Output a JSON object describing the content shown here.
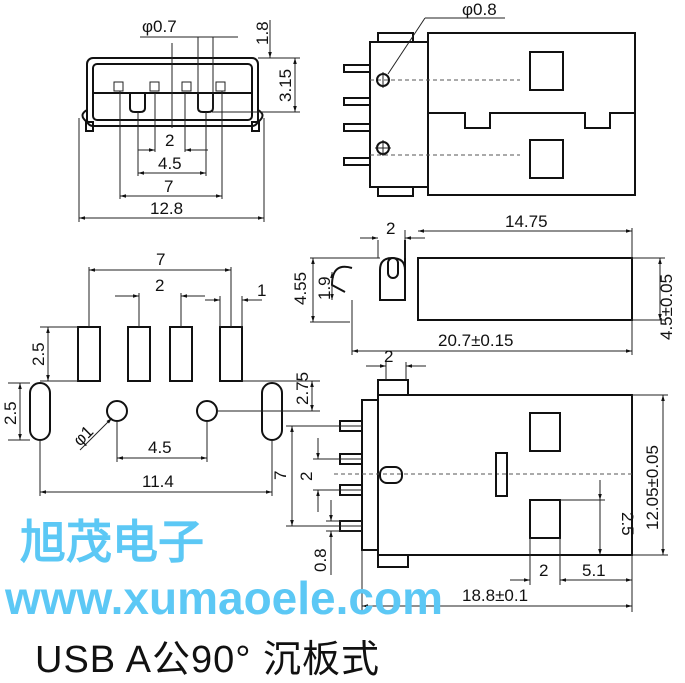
{
  "title": "USB  A公90°  沉板式",
  "watermark": {
    "cn": "旭茂电子",
    "url": "www.xumaoele.com"
  },
  "front_view": {
    "pin_dia": "φ0.7",
    "d_1_8": "1.8",
    "d_3_15": "3.15",
    "d_2": "2",
    "d_4_5": "4.5",
    "d_7": "7",
    "d_12_8": "12.8"
  },
  "top_view": {
    "hole_dia": "φ0.8"
  },
  "side_view": {
    "d_2": "2",
    "d_14_75": "14.75",
    "d_4_55": "4.55",
    "d_1_9": "1.9",
    "d_4_5": "4.5±0.05",
    "d_20_7": "20.7±0.15"
  },
  "footprint": {
    "d_7": "7",
    "d_2": "2",
    "d_1": "1",
    "d_2_5a": "2.5",
    "d_2_5b": "2.5",
    "d_2_75": "2.75",
    "hole_dia": "φ1",
    "d_4_5": "4.5",
    "d_11_4": "11.4"
  },
  "bottom_view": {
    "d_2a": "2",
    "d_7": "7",
    "d_2b": "2",
    "d_0_8": "0.8",
    "d_2_5": "2.5",
    "d_12_05": "12.05±0.05",
    "d_2c": "2",
    "d_5_1": "5.1",
    "d_18_8": "18.8±0.1"
  }
}
